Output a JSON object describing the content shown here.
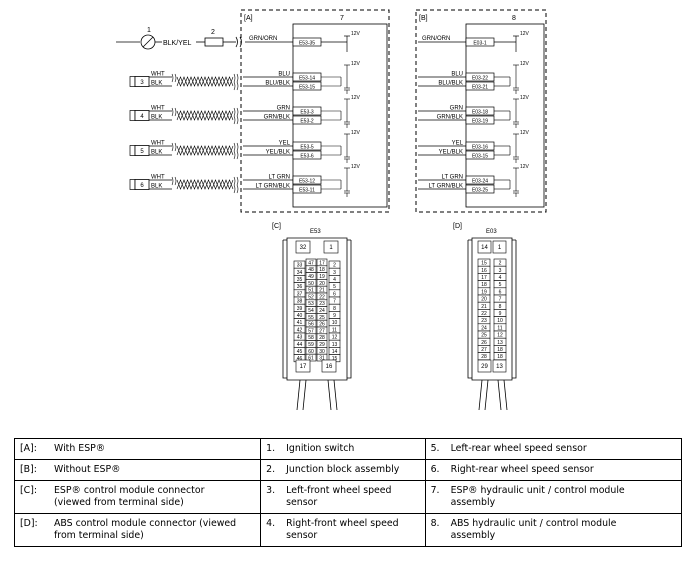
{
  "figure": {
    "panel_a": {
      "tag": "[A]",
      "module_number": "7",
      "supply_wire": "GRN/ORN",
      "supply_pin": "E53-35",
      "supply_voltage": "12V",
      "sensors": [
        {
          "id": "3",
          "w1": "WHT",
          "w2": "BLK",
          "c1": "BLU",
          "c2": "BLU/BLK",
          "p1": "E53-14",
          "p2": "E53-15"
        },
        {
          "id": "4",
          "w1": "WHT",
          "w2": "BLK",
          "c1": "GRN",
          "c2": "GRN/BLK",
          "p1": "E53-3",
          "p2": "E53-2"
        },
        {
          "id": "5",
          "w1": "WHT",
          "w2": "BLK",
          "c1": "YEL",
          "c2": "YEL/BLK",
          "p1": "E53-5",
          "p2": "E53-6"
        },
        {
          "id": "6",
          "w1": "WHT",
          "w2": "BLK",
          "c1": "LT GRN",
          "c2": "LT GRN/BLK",
          "p1": "E53-12",
          "p2": "E53-11"
        }
      ]
    },
    "panel_b": {
      "tag": "[B]",
      "module_number": "8",
      "supply_wire": "GRN/ORN",
      "supply_pin": "E03-1",
      "supply_voltage": "12V",
      "sensors": [
        {
          "c1": "BLU",
          "c2": "BLU/BLK",
          "p1": "E03-22",
          "p2": "E03-21"
        },
        {
          "c1": "GRN",
          "c2": "GRN/BLK",
          "p1": "E03-18",
          "p2": "E03-19"
        },
        {
          "c1": "YEL",
          "c2": "YEL/BLK",
          "p1": "E03-16",
          "p2": "E03-15"
        },
        {
          "c1": "LT GRN",
          "c2": "LT GRN/BLK",
          "p1": "E03-24",
          "p2": "E03-25"
        }
      ]
    },
    "left_side": {
      "switch_number": "1",
      "switch_wire": "BLK/YEL",
      "junction_number": "2"
    },
    "connector_c": {
      "tag": "[C]",
      "code": "E53",
      "top_pins": [
        "32",
        "1"
      ],
      "left_pins": [
        "33",
        "34",
        "35",
        "36",
        "37",
        "38",
        "39",
        "40",
        "41",
        "42",
        "43",
        "44",
        "45",
        "46"
      ],
      "mid_left_pins": [
        "47",
        "48",
        "49",
        "50",
        "51",
        "52",
        "53",
        "54",
        "55",
        "56",
        "57",
        "58",
        "59",
        "60",
        "61"
      ],
      "mid_right_pins": [
        "17",
        "18",
        "19",
        "20",
        "21",
        "22",
        "23",
        "24",
        "25",
        "26",
        "27",
        "28",
        "29",
        "30",
        "31"
      ],
      "right_pins": [
        "2",
        "3",
        "4",
        "5",
        "6",
        "7",
        "8",
        "9",
        "10",
        "11",
        "12",
        "13",
        "14",
        "15"
      ],
      "bottom_pins": [
        "17",
        "16"
      ]
    },
    "connector_d": {
      "tag": "[D]",
      "code": "E03",
      "top_pins": [
        "14",
        "1"
      ],
      "left_pins": [
        "15",
        "16",
        "17",
        "18",
        "19",
        "20",
        "21",
        "22",
        "23",
        "24",
        "25",
        "26",
        "27",
        "28"
      ],
      "right_pins": [
        "2",
        "3",
        "4",
        "5",
        "6",
        "7",
        "8",
        "9",
        "10",
        "11",
        "12",
        "13",
        "18",
        "18"
      ],
      "bottom_pins": [
        "29",
        "13"
      ]
    }
  },
  "legend": {
    "rows": [
      [
        {
          "key": "[A]:",
          "desc": "With ESP®"
        },
        {
          "key": "1.",
          "desc": "Ignition switch"
        },
        {
          "key": "5.",
          "desc": "Left-rear wheel speed sensor"
        }
      ],
      [
        {
          "key": "[B]:",
          "desc": "Without ESP®"
        },
        {
          "key": "2.",
          "desc": "Junction block assembly"
        },
        {
          "key": "6.",
          "desc": "Right-rear wheel speed sensor"
        }
      ],
      [
        {
          "key": "[C]:",
          "desc": "ESP® control module connector (viewed from terminal side)"
        },
        {
          "key": "3.",
          "desc": "Left-front wheel speed sensor"
        },
        {
          "key": "7.",
          "desc": "ESP® hydraulic unit / control module assembly"
        }
      ],
      [
        {
          "key": "[D]:",
          "desc": "ABS control module connector (viewed from terminal side)"
        },
        {
          "key": "4.",
          "desc": "Right-front wheel speed sensor"
        },
        {
          "key": "8.",
          "desc": "ABS hydraulic unit / control module assembly"
        }
      ]
    ]
  }
}
